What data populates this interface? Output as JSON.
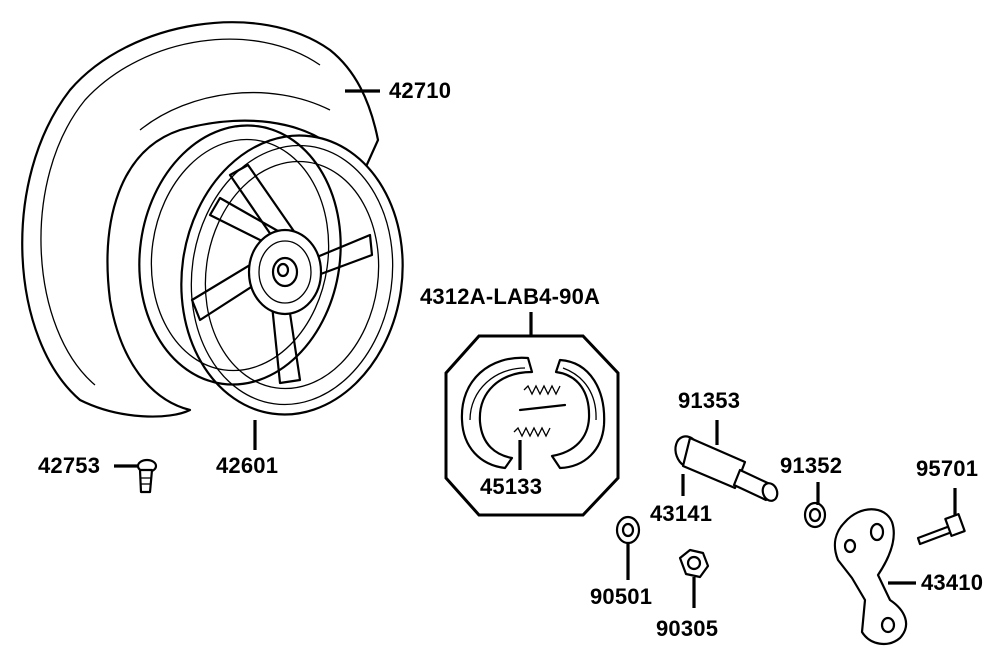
{
  "labels": {
    "tire": "42710",
    "rim": "42601",
    "valve": "42753",
    "brake_shoe_set": "4312A-LAB4-90A",
    "brake_spring": "45133",
    "axle_shaft": "91353",
    "seal": "91352",
    "hub_collar": "43141",
    "washer": "90501",
    "nut": "90305",
    "bolt": "95701",
    "brake_arm": "43410"
  }
}
